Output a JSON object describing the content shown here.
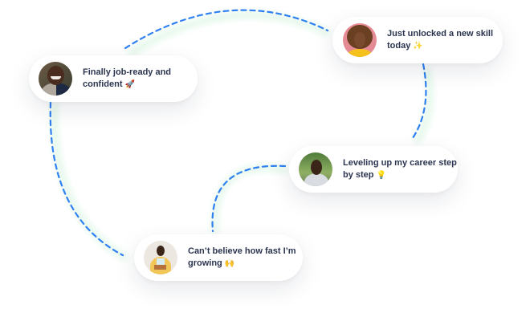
{
  "colors": {
    "path_dash": "#2f80f0",
    "path_glow": "#d9f7e3",
    "text": "#2b3550",
    "card_bg": "#ffffff"
  },
  "cards": [
    {
      "id": "job-ready",
      "text": "Finally job-ready and confident",
      "emoji": "🚀",
      "avatar": "man-smiling-avatar"
    },
    {
      "id": "new-skill",
      "text": "Just unlocked a new skill today",
      "emoji": "✨",
      "avatar": "woman-curly-hair-avatar"
    },
    {
      "id": "career-step",
      "text": "Leveling up my career step by step",
      "emoji": "💡",
      "avatar": "man-outdoors-avatar"
    },
    {
      "id": "growing-fast",
      "text": "Can’t believe how fast I’m growing",
      "emoji": "🙌",
      "avatar": "woman-yellow-jacket-avatar"
    }
  ]
}
